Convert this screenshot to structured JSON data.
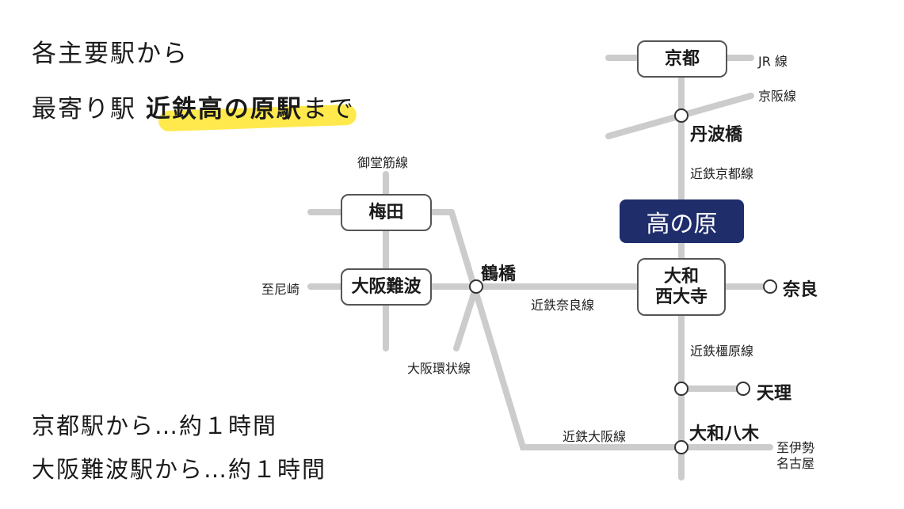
{
  "heading": {
    "line1": "各主要駅から",
    "line2_prefix": "最寄り駅",
    "line2_highlight": "近鉄高の原駅",
    "line2_suffix": "まで"
  },
  "travel_times": [
    "京都駅から…約１時間",
    "大阪難波駅から…約１時間"
  ],
  "stations": {
    "kyoto": "京都",
    "umeda": "梅田",
    "osaka_namba": "大阪難波",
    "takanohara": "高の原",
    "yamato_saidaiji_l1": "大和",
    "yamato_saidaiji_l2": "西大寺",
    "tanbabashi": "丹波橋",
    "tsuruhashi": "鶴橋",
    "nara": "奈良",
    "tenri": "天理",
    "yamato_yagi": "大和八木"
  },
  "lines": {
    "jr": "JR 線",
    "keihan": "京阪線",
    "kintetsu_kyoto": "近鉄京都線",
    "midosuji": "御堂筋線",
    "to_amagasaki": "至尼崎",
    "kintetsu_nara": "近鉄奈良線",
    "osaka_loop": "大阪環状線",
    "kintetsu_kashihara": "近鉄橿原線",
    "kintetsu_osaka": "近鉄大阪線",
    "to_ise_l1": "至伊勢",
    "to_ise_l2": "名古屋"
  },
  "colors": {
    "track": "#cccccc",
    "highlight": "#ffe94d",
    "takanohara_box": "#1f2d6b",
    "station_border": "#555555"
  }
}
